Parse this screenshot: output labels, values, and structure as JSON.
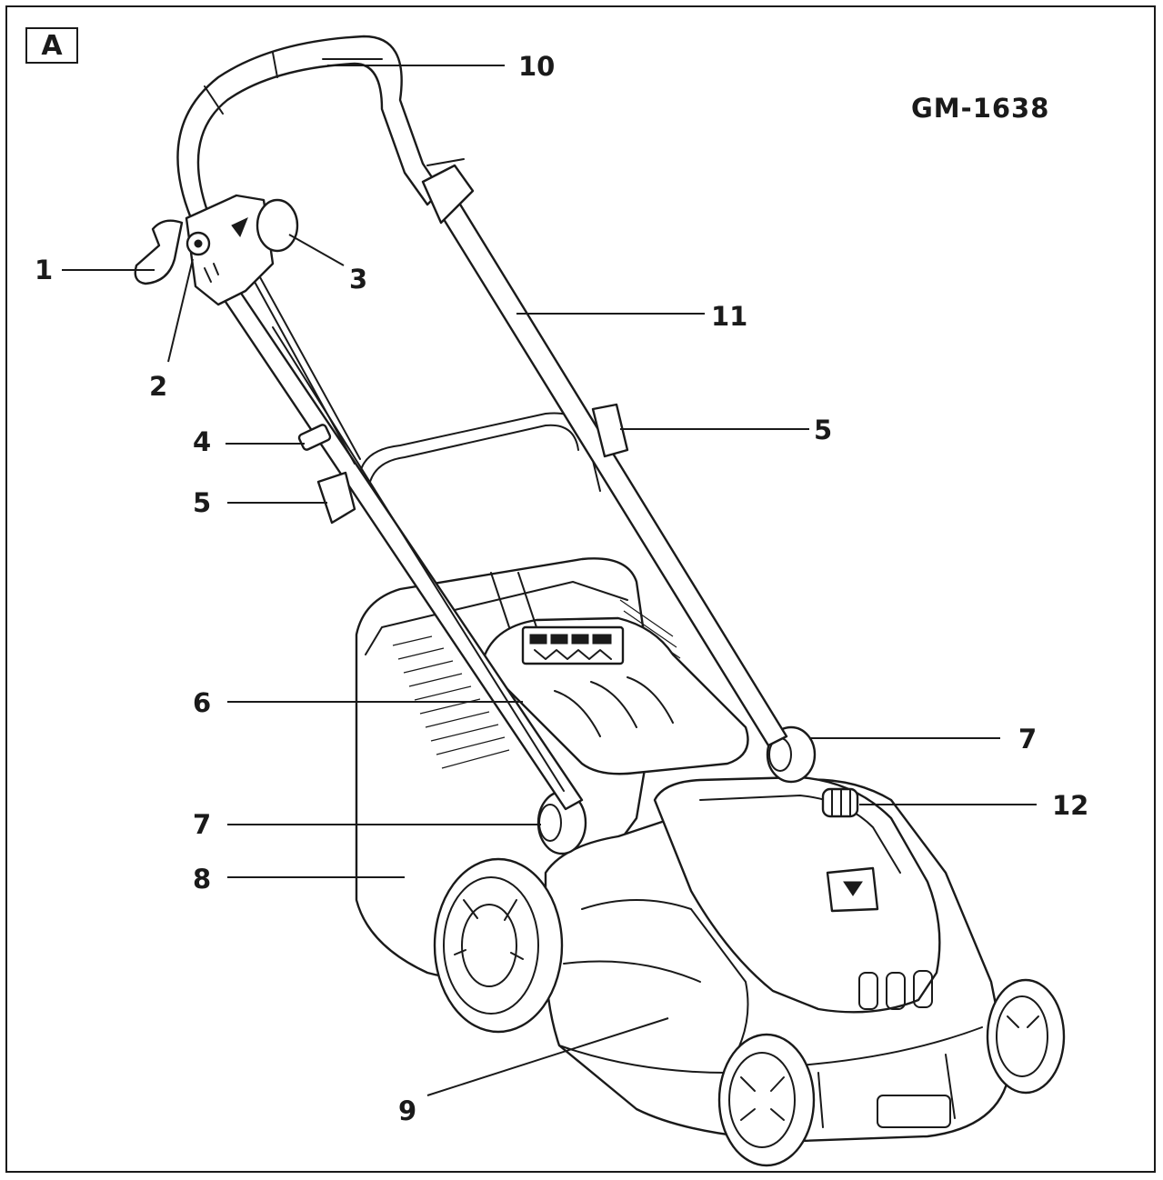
{
  "figure_label": "A",
  "model": "GM-1638",
  "callouts": [
    {
      "id": "c1",
      "number": "1"
    },
    {
      "id": "c2",
      "number": "2"
    },
    {
      "id": "c3",
      "number": "3"
    },
    {
      "id": "c4",
      "number": "4"
    },
    {
      "id": "c5a",
      "number": "5"
    },
    {
      "id": "c5b",
      "number": "5"
    },
    {
      "id": "c6",
      "number": "6"
    },
    {
      "id": "c7a",
      "number": "7"
    },
    {
      "id": "c7b",
      "number": "7"
    },
    {
      "id": "c8",
      "number": "8"
    },
    {
      "id": "c9",
      "number": "9"
    },
    {
      "id": "c10",
      "number": "10"
    },
    {
      "id": "c11",
      "number": "11"
    },
    {
      "id": "c12",
      "number": "12"
    }
  ]
}
